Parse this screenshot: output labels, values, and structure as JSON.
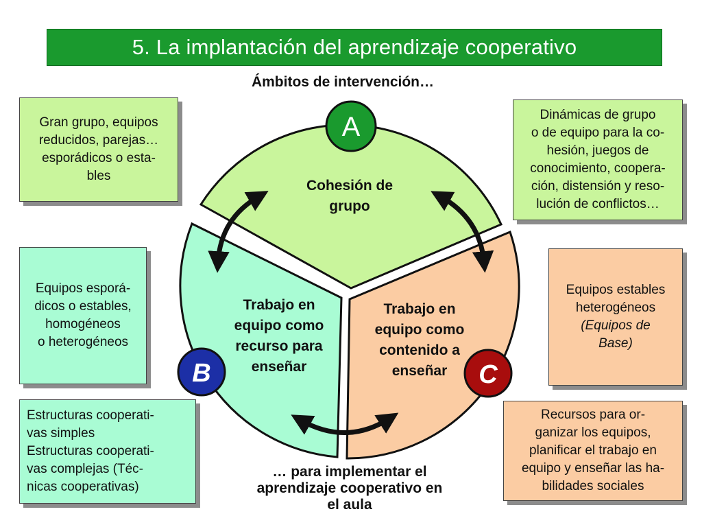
{
  "title": "5. La implantación del aprendizaje cooperativo",
  "subtitle": "Ámbitos de intervención…",
  "bottom_text": "… para implementar el\naprendizaje cooperativo en\nel aula",
  "segments": {
    "a": {
      "badge": "A",
      "label": "Cohesión de\ngrupo",
      "badge_color": "#1a9a2e",
      "fill": "#c9f59c"
    },
    "b": {
      "badge": "B",
      "label": "Trabajo en\nequipo como\nrecurso para\nenseñar",
      "badge_color": "#1c2fa6",
      "fill": "#a9fcd4"
    },
    "c": {
      "badge": "C",
      "label": "Trabajo en\nequipo como\ncontenido a\nenseñar",
      "badge_color": "#a80d0d",
      "fill": "#fbcca3"
    }
  },
  "boxes": {
    "a_left": "Gran grupo, equipos\nreducidos, parejas…\nesporádicos o esta-\nbles",
    "a_right": "Dinámicas de grupo\no de equipo para la co-\nhesión, juegos de\nconocimiento, coopera-\nción, distensión y reso-\nlución de conflictos…",
    "b_top": "Equipos esporá-\ndicos o estables,\nhomogéneos\no heterogéneos",
    "b_bottom": "Estructuras cooperati-\nvas simples\nEstructuras cooperati-\nvas complejas (Téc-\nnicas cooperativas)",
    "c_top_line1": "Equipos estables\nheterogéneos",
    "c_top_line2": "(Equipos de\nBase)",
    "c_bottom": "Recursos para or-\nganizar los equipos,\nplanificar el trabajo en\nequipo y enseñar las ha-\nbilidades sociales"
  }
}
